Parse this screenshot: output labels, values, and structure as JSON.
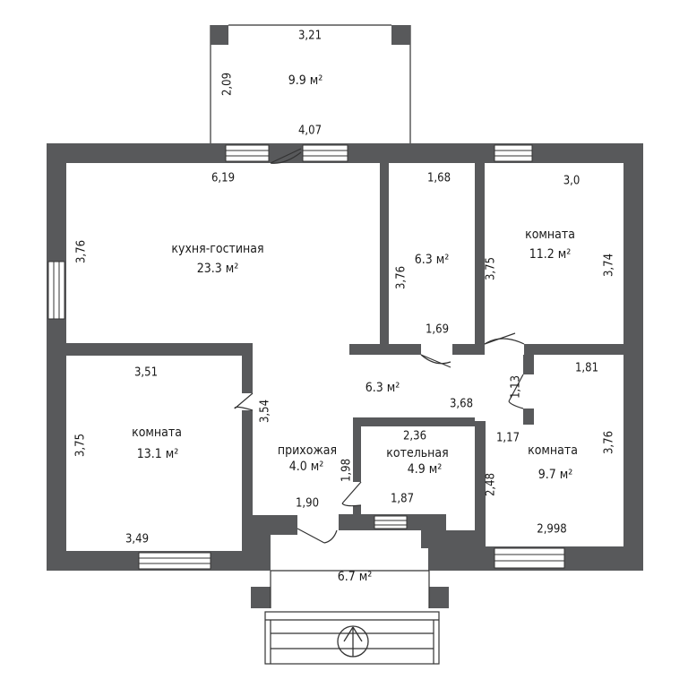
{
  "colors": {
    "wall": "#58595b",
    "line": "#333333",
    "window": "#ffffff",
    "background": "#ffffff"
  },
  "icons": {
    "entrance": "circle-arrow-up-icon"
  },
  "rooms": {
    "balcony": {
      "area": "9.9 м²",
      "dims": [
        "3,21",
        "2,09",
        "4,07"
      ]
    },
    "kitchen": {
      "name": "кухня-гостиная",
      "area": "23.3 м²",
      "dims": [
        "6,19",
        "3,76"
      ]
    },
    "small_room": {
      "area": "6.3 м²",
      "dims": [
        "1,68",
        "3,76",
        "1,69"
      ]
    },
    "room_top_right": {
      "name": "комната",
      "area": "11.2 м²",
      "dims": [
        "3,0",
        "3,75",
        "3,74"
      ]
    },
    "room_left": {
      "name": "комната",
      "area": "13.1 м²",
      "dims": [
        "3,51",
        "3,75",
        "3,49"
      ]
    },
    "corridor": {
      "area": "6.3 м²",
      "dims": [
        "3,54",
        "3,68",
        "1,13"
      ]
    },
    "hallway": {
      "name": "прихожая",
      "area": "4.0 м²",
      "dims": [
        "1,90"
      ]
    },
    "boiler": {
      "name": "котельная",
      "area": "4.9 м²",
      "dims": [
        "2,36",
        "1,98",
        "1,87"
      ]
    },
    "room_bottom_right": {
      "name": "комната",
      "area": "9.7 м²",
      "dims": [
        "1,81",
        "1,17",
        "2,48",
        "3,76",
        "2,998"
      ]
    },
    "porch": {
      "area": "6.7 м²"
    }
  }
}
